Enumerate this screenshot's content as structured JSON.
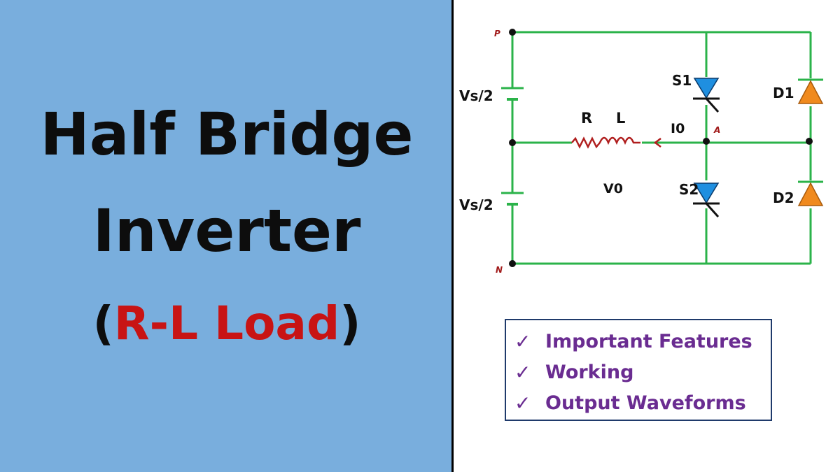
{
  "title": {
    "line1": "Half Bridge",
    "line2": "Inverter",
    "sub_open": "(",
    "sub_highlight": "R-L Load",
    "sub_close": ")"
  },
  "circuit": {
    "node_p": "P",
    "node_n": "N",
    "node_a": "A",
    "source_top": "Vs/2",
    "source_bottom": "Vs/2",
    "resistor": "R",
    "inductor": "L",
    "current": "I0",
    "output_voltage": "V0",
    "switch_top": "S1",
    "switch_bottom": "S2",
    "diode_top": "D1",
    "diode_bottom": "D2",
    "wire_color": "#2bb34a",
    "thyristor_color": "#1f8fe0",
    "diode_color": "#f08a1e"
  },
  "features": {
    "check": "✓",
    "items": [
      "Important Features",
      "Working",
      "Output Waveforms"
    ]
  },
  "colors": {
    "panel": "#79aedd",
    "highlight": "#c81414",
    "feature_text": "#6a2c91"
  }
}
